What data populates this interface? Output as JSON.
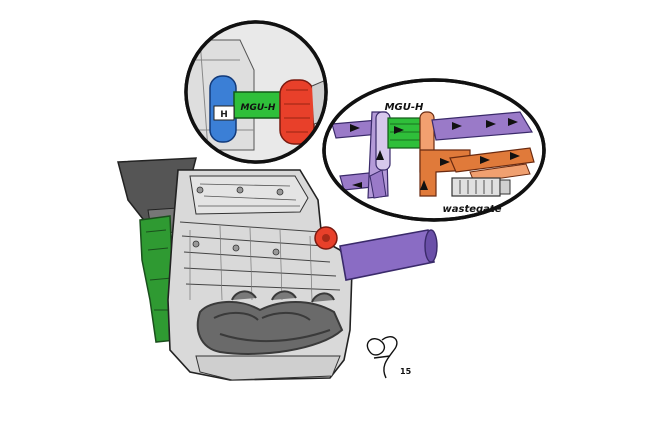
{
  "labels": {
    "mguh_left": "MGU-H",
    "mguh_right": "MGU-H",
    "wastegate": "wastegate",
    "signature_year": "15"
  },
  "colors": {
    "compressor": "#3b7fd6",
    "mgu_shaft": "#2fbf3a",
    "turbine": "#e8402a",
    "intake_purple": "#9a7ac8",
    "exhaust_orange": "#e07a3a",
    "engine_grey": "#d6d6d6",
    "ducting_green": "#2f9a32",
    "exhaust_manifold_dark": "#6a6a6a"
  },
  "icons": [
    "flow-arrow-icon",
    "brand-logo-icon"
  ]
}
